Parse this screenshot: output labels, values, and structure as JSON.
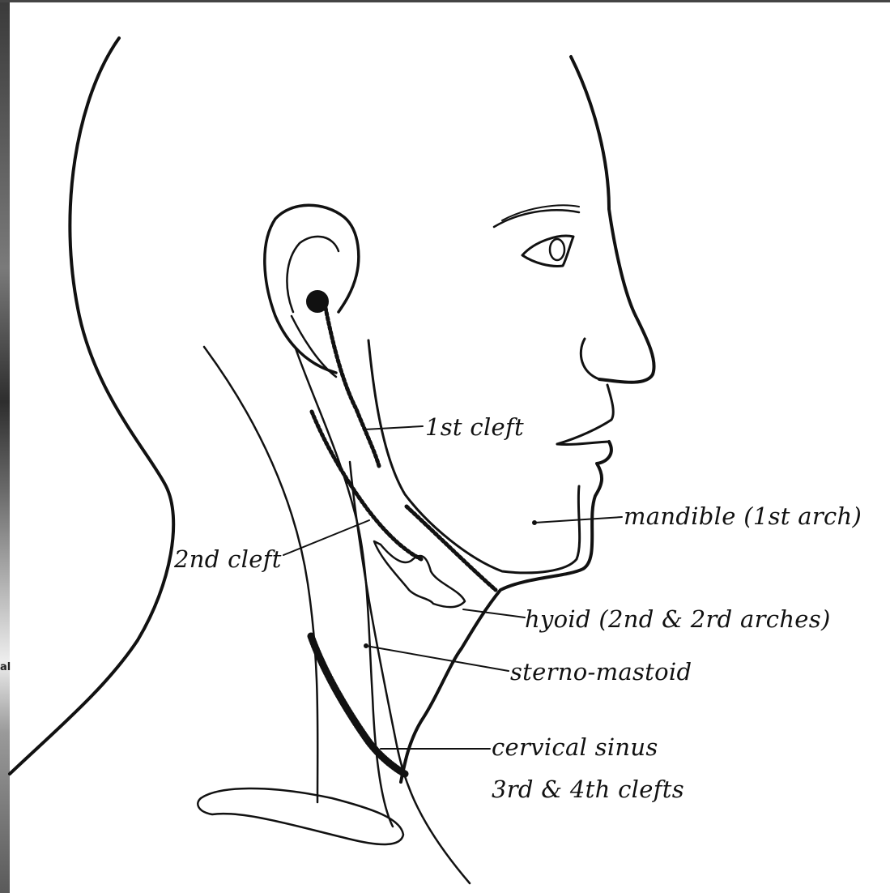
{
  "diagram": {
    "labels": {
      "first_cleft": "1st cleft",
      "mandible": "mandible (1st arch)",
      "second_cleft": "2nd cleft",
      "hyoid": "hyoid (2nd & 2rd arches)",
      "sterno_mastoid": "sterno-mastoid",
      "cervical_sinus": "cervical sinus",
      "third_fourth_clefts": "3rd & 4th clefts"
    },
    "edge_fragment": "al"
  },
  "colors": {
    "ink": "#111111",
    "background": "#ffffff"
  }
}
